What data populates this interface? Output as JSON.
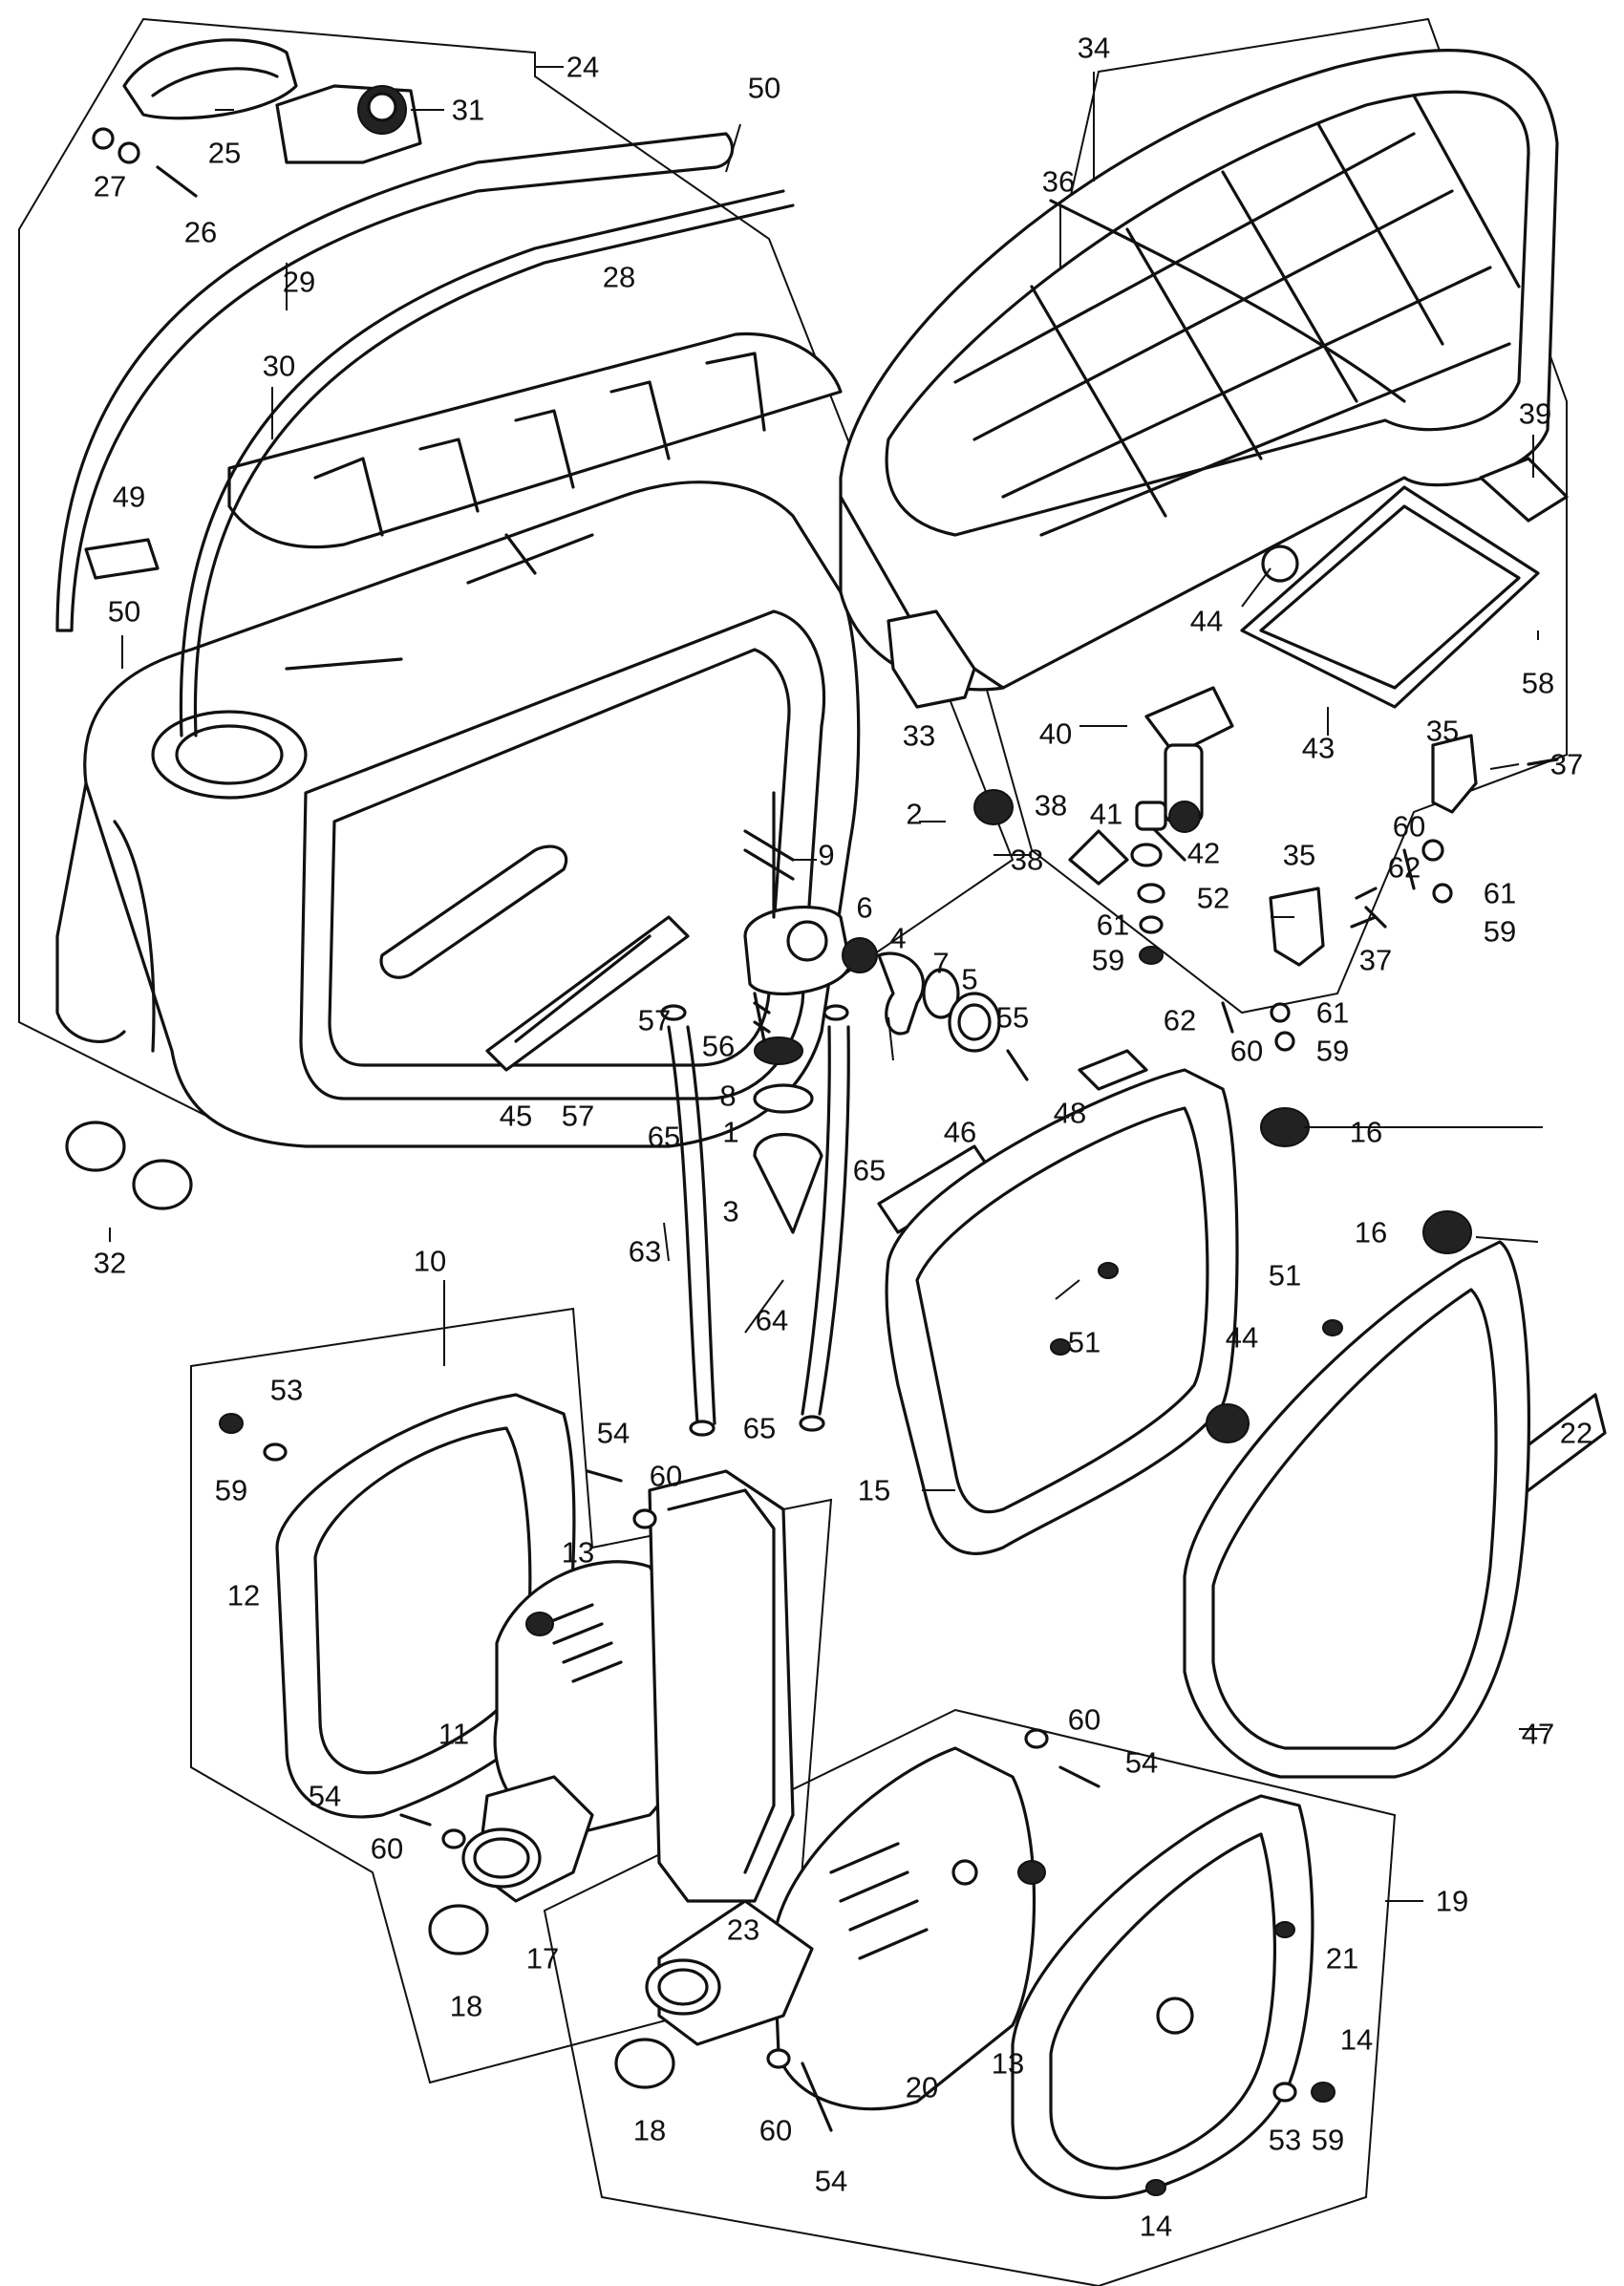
{
  "diagram": {
    "callouts": [
      {
        "id": "c-24",
        "text": "24"
      },
      {
        "id": "c-25",
        "text": "25"
      },
      {
        "id": "c-31",
        "text": "31"
      },
      {
        "id": "c-50a",
        "text": "50"
      },
      {
        "id": "c-27",
        "text": "27"
      },
      {
        "id": "c-26",
        "text": "26"
      },
      {
        "id": "c-29",
        "text": "29"
      },
      {
        "id": "c-28",
        "text": "28"
      },
      {
        "id": "c-30",
        "text": "30"
      },
      {
        "id": "c-49",
        "text": "49"
      },
      {
        "id": "c-50b",
        "text": "50"
      },
      {
        "id": "c-34",
        "text": "34"
      },
      {
        "id": "c-36",
        "text": "36"
      },
      {
        "id": "c-39",
        "text": "39"
      },
      {
        "id": "c-44a",
        "text": "44"
      },
      {
        "id": "c-58",
        "text": "58"
      },
      {
        "id": "c-33",
        "text": "33"
      },
      {
        "id": "c-40",
        "text": "40"
      },
      {
        "id": "c-43",
        "text": "43"
      },
      {
        "id": "c-35a",
        "text": "35"
      },
      {
        "id": "c-37a",
        "text": "37"
      },
      {
        "id": "c-2",
        "text": "2"
      },
      {
        "id": "c-9",
        "text": "9"
      },
      {
        "id": "c-38a",
        "text": "38"
      },
      {
        "id": "c-41",
        "text": "41"
      },
      {
        "id": "c-38b",
        "text": "38"
      },
      {
        "id": "c-42",
        "text": "42"
      },
      {
        "id": "c-60a",
        "text": "60"
      },
      {
        "id": "c-62a",
        "text": "62"
      },
      {
        "id": "c-61a",
        "text": "61"
      },
      {
        "id": "c-35b",
        "text": "35"
      },
      {
        "id": "c-52",
        "text": "52"
      },
      {
        "id": "c-61b",
        "text": "61"
      },
      {
        "id": "c-59a",
        "text": "59"
      },
      {
        "id": "c-59b",
        "text": "59"
      },
      {
        "id": "c-37b",
        "text": "37"
      },
      {
        "id": "c-6",
        "text": "6"
      },
      {
        "id": "c-4",
        "text": "4"
      },
      {
        "id": "c-7",
        "text": "7"
      },
      {
        "id": "c-5",
        "text": "5"
      },
      {
        "id": "c-57a",
        "text": "57"
      },
      {
        "id": "c-62b",
        "text": "62"
      },
      {
        "id": "c-61c",
        "text": "61"
      },
      {
        "id": "c-60b",
        "text": "60"
      },
      {
        "id": "c-59c",
        "text": "59"
      },
      {
        "id": "c-55",
        "text": "55"
      },
      {
        "id": "c-56",
        "text": "56"
      },
      {
        "id": "c-8",
        "text": "8"
      },
      {
        "id": "c-1",
        "text": "1"
      },
      {
        "id": "c-45",
        "text": "45"
      },
      {
        "id": "c-57b",
        "text": "57"
      },
      {
        "id": "c-65a",
        "text": "65"
      },
      {
        "id": "c-65b",
        "text": "65"
      },
      {
        "id": "c-48",
        "text": "48"
      },
      {
        "id": "c-16a",
        "text": "16"
      },
      {
        "id": "c-46",
        "text": "46"
      },
      {
        "id": "c-3",
        "text": "3"
      },
      {
        "id": "c-32",
        "text": "32"
      },
      {
        "id": "c-63",
        "text": "63"
      },
      {
        "id": "c-16b",
        "text": "16"
      },
      {
        "id": "c-10",
        "text": "10"
      },
      {
        "id": "c-64",
        "text": "64"
      },
      {
        "id": "c-51a",
        "text": "51"
      },
      {
        "id": "c-51b",
        "text": "51"
      },
      {
        "id": "c-44b",
        "text": "44"
      },
      {
        "id": "c-53a",
        "text": "53"
      },
      {
        "id": "c-65c",
        "text": "65"
      },
      {
        "id": "c-59d",
        "text": "59"
      },
      {
        "id": "c-54a",
        "text": "54"
      },
      {
        "id": "c-60c",
        "text": "60"
      },
      {
        "id": "c-22",
        "text": "22"
      },
      {
        "id": "c-15",
        "text": "15"
      },
      {
        "id": "c-13a",
        "text": "13"
      },
      {
        "id": "c-12",
        "text": "12"
      },
      {
        "id": "c-11",
        "text": "11"
      },
      {
        "id": "c-47",
        "text": "47"
      },
      {
        "id": "c-60d",
        "text": "60"
      },
      {
        "id": "c-54b",
        "text": "54"
      },
      {
        "id": "c-54c",
        "text": "54"
      },
      {
        "id": "c-60e",
        "text": "60"
      },
      {
        "id": "c-17",
        "text": "17"
      },
      {
        "id": "c-18a",
        "text": "18"
      },
      {
        "id": "c-23",
        "text": "23"
      },
      {
        "id": "c-19",
        "text": "19"
      },
      {
        "id": "c-21",
        "text": "21"
      },
      {
        "id": "c-20",
        "text": "20"
      },
      {
        "id": "c-13b",
        "text": "13"
      },
      {
        "id": "c-14a",
        "text": "14"
      },
      {
        "id": "c-18b",
        "text": "18"
      },
      {
        "id": "c-60f",
        "text": "60"
      },
      {
        "id": "c-53b",
        "text": "53"
      },
      {
        "id": "c-59e",
        "text": "59"
      },
      {
        "id": "c-54d",
        "text": "54"
      },
      {
        "id": "c-14b",
        "text": "14"
      }
    ]
  }
}
